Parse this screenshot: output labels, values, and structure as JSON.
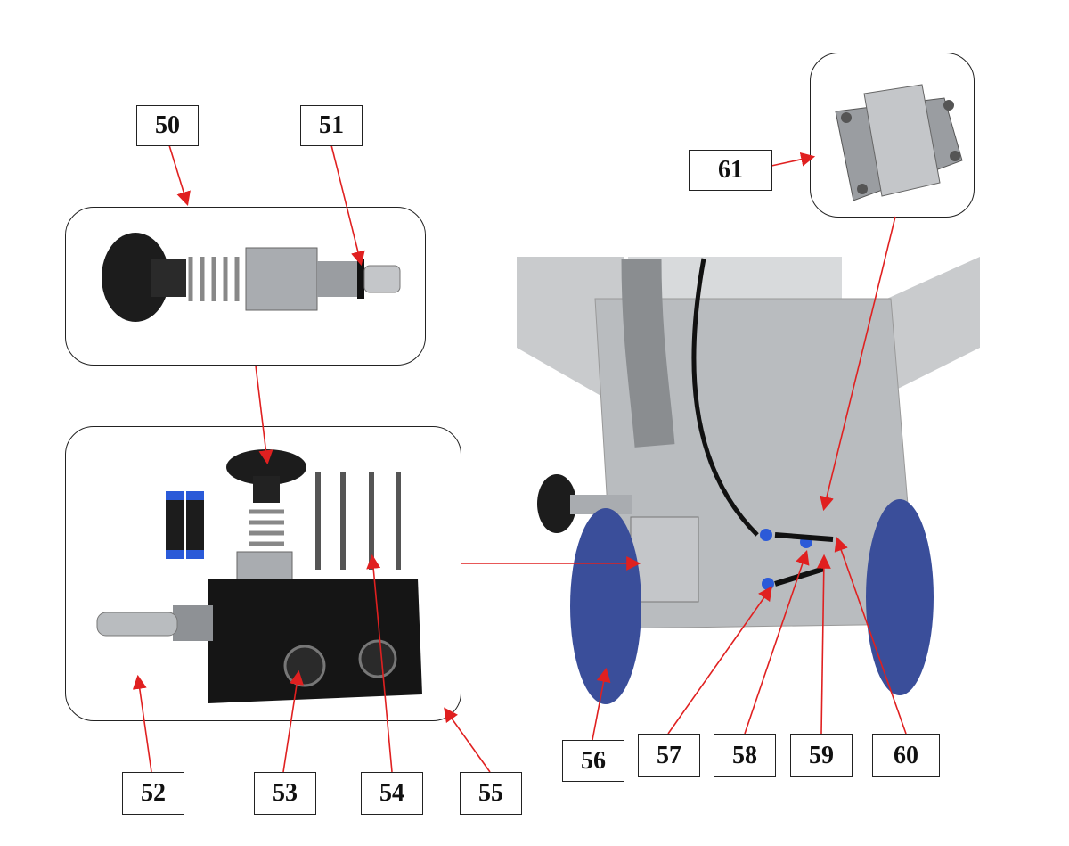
{
  "labels": [
    "50",
    "51",
    "52",
    "53",
    "54",
    "55",
    "56",
    "57",
    "58",
    "59",
    "60",
    "61"
  ],
  "colors": {
    "arrow": "#e02020",
    "wheel": "#3a4e9a",
    "aluminium": "#b9bcbf",
    "black": "#1c1c1c",
    "steel": "#a9acb0",
    "blue_fitting": "#2b5ad8"
  }
}
